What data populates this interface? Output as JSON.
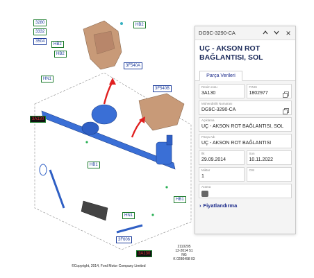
{
  "diagram": {
    "callouts": {
      "c3280": "3280",
      "c3332": "3332",
      "c3504": "3504",
      "hb2_top": "HB2",
      "hb2_left": "HB2",
      "hb2_left2": "HB2",
      "c3f540a": "3F540A",
      "c3f540b": "3F540B",
      "hn1_top": "HN1",
      "dark_left": "3A130",
      "hb1_left": "HB1",
      "hb1_right": "HB1",
      "hn1_bottom": "HN1",
      "c3f606": "3F606",
      "dark_bottom": "3A130"
    },
    "footer_code": [
      "2110205",
      "12-2014 51",
      "NG",
      "K 0280498 03"
    ],
    "copyright": "©Copyright, 2014, Ford Motor Company Limited"
  },
  "panel": {
    "code": "DG9C-3290-CA",
    "buttons": {
      "up": "^",
      "down": "v",
      "close": "✕"
    },
    "title": "UÇ - AKSON ROT BAĞLANTISI, SOL",
    "tab": "Parça Verileri",
    "fields": {
      "resim_notu": {
        "label": "Resim notu",
        "value": "3A130"
      },
      "finis": {
        "label": "FINIS",
        "value": "1802977"
      },
      "muhendislik": {
        "label": "Mühendislik Numarası",
        "value": "DG9C-3290-CA"
      },
      "aciklama": {
        "label": "Açıklama",
        "value": "UÇ - AKSON ROT BAĞLANTISI, SOL"
      },
      "parca_adi": {
        "label": "Parça Adı",
        "value": "UÇ - AKSON ROT BAĞLANTISI"
      },
      "ilk": {
        "label": "İlk",
        "value": "29.09.2014"
      },
      "son": {
        "label": "Son",
        "value": "10.11.2022"
      },
      "miktar": {
        "label": "Miktar",
        "value": "1"
      },
      "osi": {
        "label": "OSI",
        "value": ""
      },
      "arama": {
        "label": "Arama",
        "value": ""
      }
    },
    "pricing": "Fiyatlandırma"
  },
  "colors": {
    "accent": "#1b2a8a",
    "part_blue": "#3a6fd6",
    "arrow_red": "#e02020",
    "bracket_tan": "#c89a78"
  }
}
